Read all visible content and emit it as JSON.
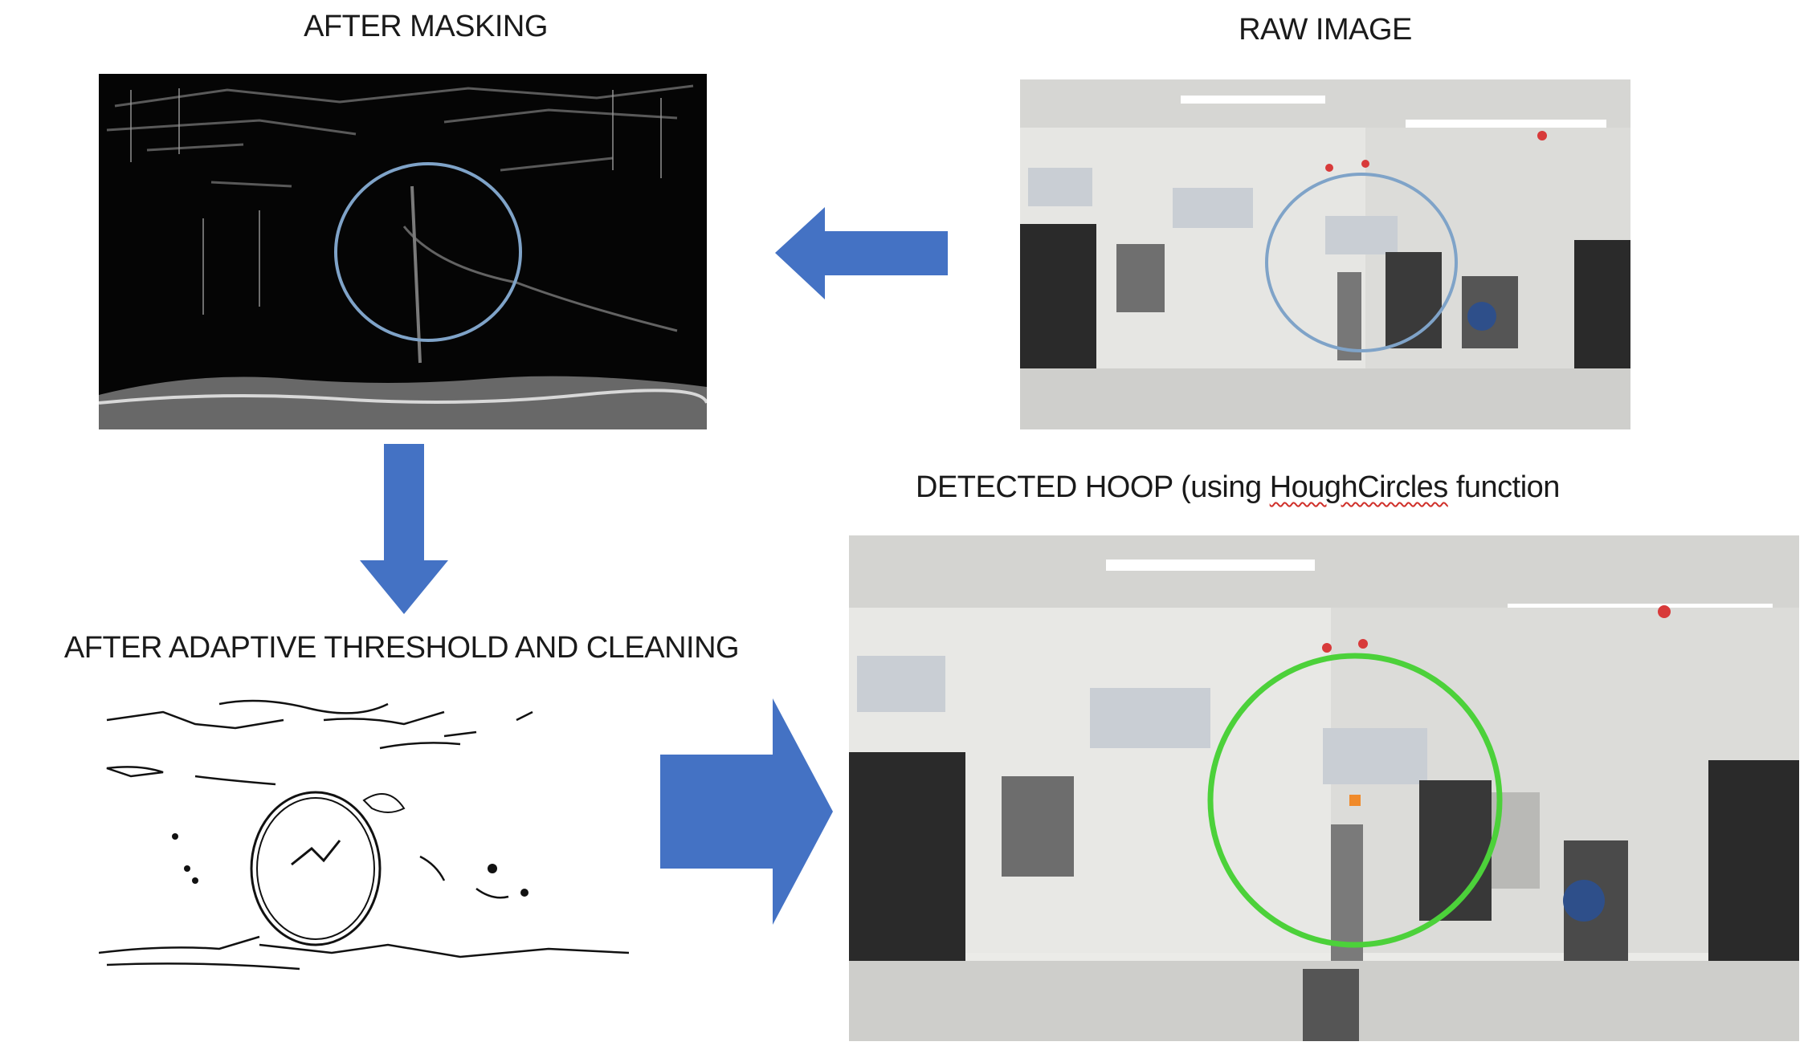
{
  "labels": {
    "after_masking": "AFTER MASKING",
    "raw_image": "RAW IMAGE",
    "detected_hoop_prefix": "DETECTED HOOP (using ",
    "detected_hoop_term": "HoughCircles",
    "detected_hoop_suffix": " function",
    "after_threshold": "AFTER ADAPTIVE THRESHOLD AND CLEANING"
  },
  "colors": {
    "arrow": "#4472c4",
    "detected_circle": "#4cd13a",
    "hoop_blue": "#7fa3c8",
    "center_marker": "#f08a2a",
    "spellcheck_underline": "#d0302a"
  },
  "icons": {
    "arrows": [
      "arrow-left",
      "arrow-down",
      "arrow-right"
    ]
  }
}
